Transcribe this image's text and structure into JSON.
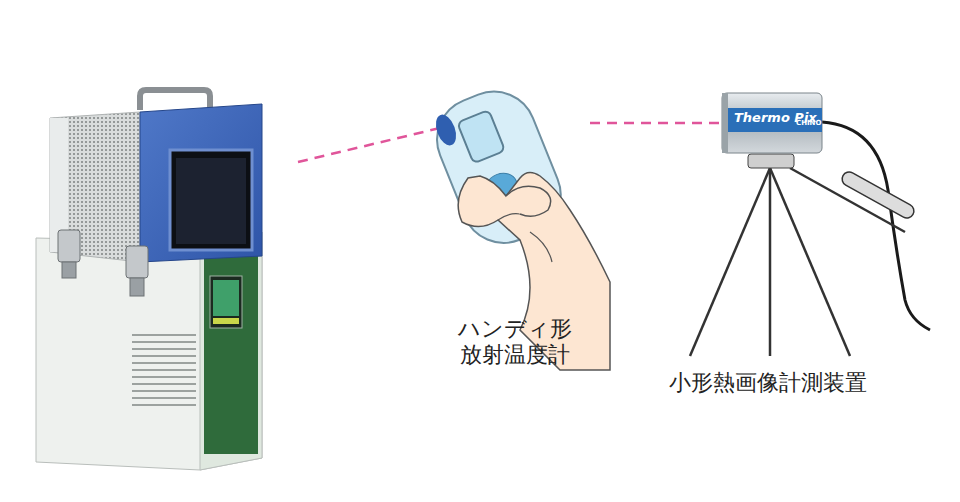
{
  "diagram": {
    "labels": [
      "ハンディ形 放射温度計",
      "小形熱画像計測装置",
      "Thermo Pix",
      "CHINO"
    ]
  }
}
